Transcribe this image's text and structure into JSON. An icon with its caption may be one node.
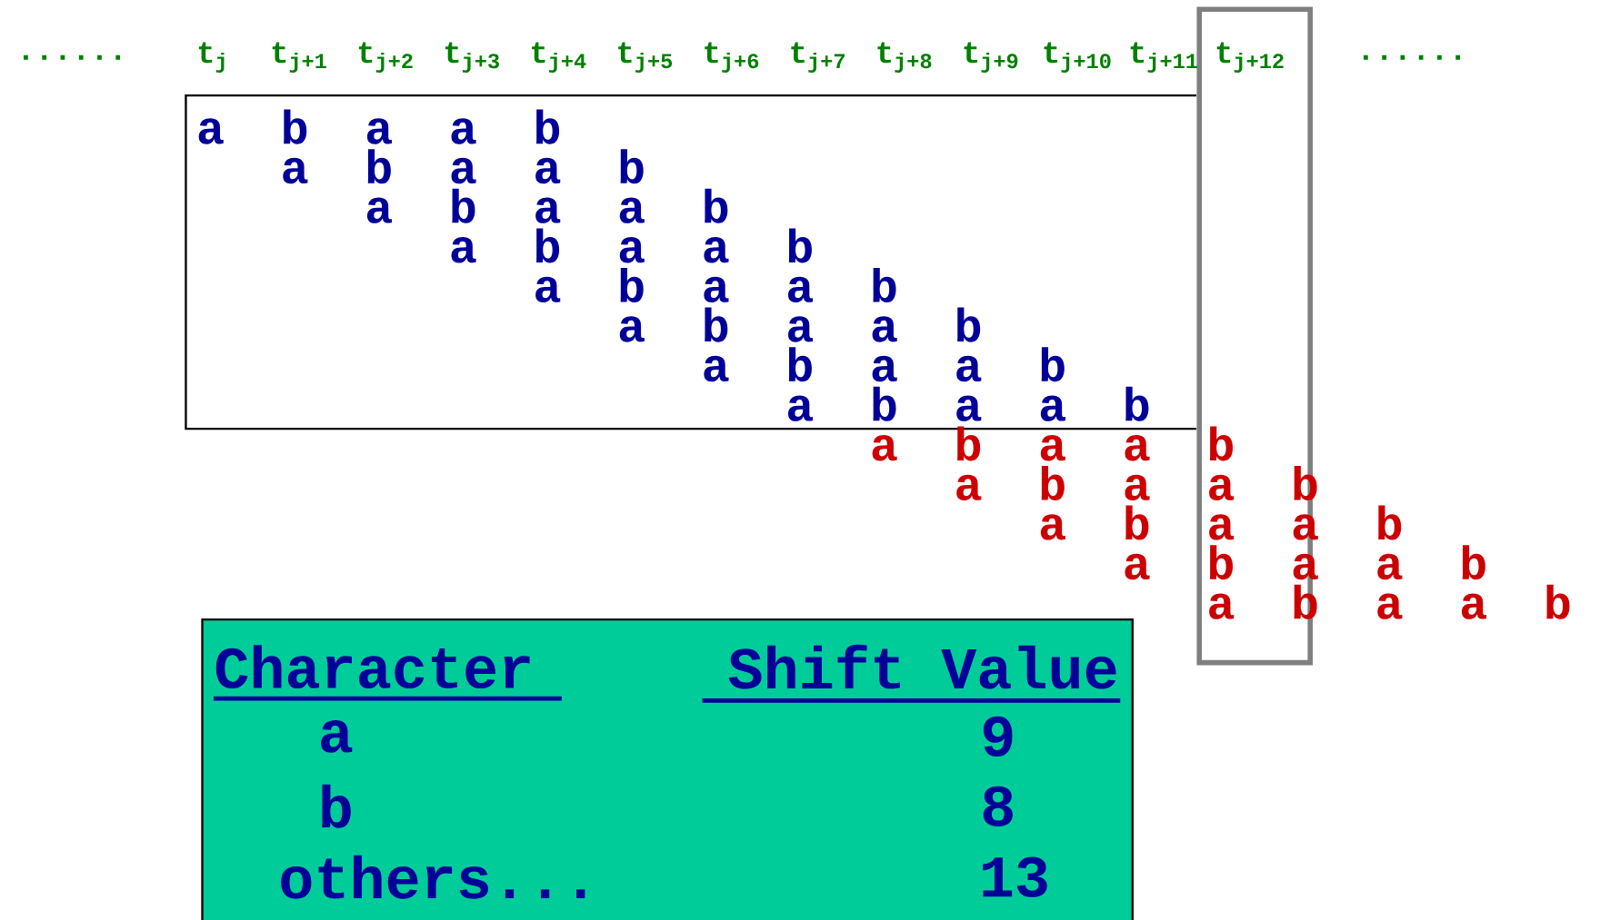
{
  "diagram": {
    "labels": [
      "......",
      "t$_{j}$",
      "t$_{j+1}$",
      "t$_{j+2}$",
      "t$_{j+3}$",
      "t$_{j+4}$",
      "t$_{j+5}$",
      "t$_{j+6}$",
      "t$_{j+7}$",
      "t$_{j+8}$",
      "t$_{j+9}$",
      "t$_{j+10}$",
      "t$_{j+11}$",
      "t$_{j+12}$",
      "......",
      "a",
      "b",
      "a",
      "a",
      "b",
      "a",
      "b",
      "a",
      "a",
      "b",
      "a",
      "b",
      "a",
      "a",
      "b",
      "a",
      "b",
      "a",
      "a",
      "b",
      "a",
      "b",
      "a",
      "a",
      "b",
      "a",
      "b",
      "a",
      "a",
      "b",
      "a",
      "b",
      "a",
      "a",
      "b",
      "a",
      "b",
      "a",
      "a",
      "b",
      "a",
      "b",
      "a",
      "a",
      "b",
      "a",
      "b",
      "a",
      "a",
      "b",
      "a",
      "b",
      "a",
      "a",
      "b",
      "a",
      "b",
      "a",
      "a",
      "b",
      "a",
      "b",
      "a",
      "a",
      "b",
      "Character",
      "Shift Value",
      "a",
      "9",
      "b",
      "8",
      "others...",
      "13"
    ]
  }
}
